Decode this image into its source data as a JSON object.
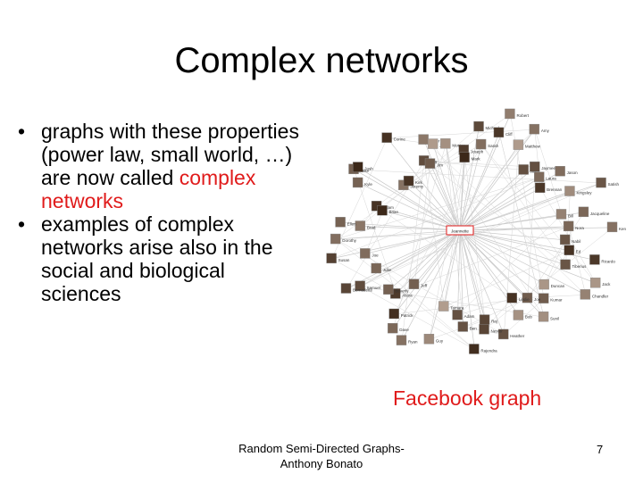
{
  "slide": {
    "title": "Complex networks",
    "bullets": [
      {
        "text_before": "graphs with these properties (power law, small world, …) are now called ",
        "highlight": "complex networks",
        "text_after": ""
      },
      {
        "text_before": "examples of complex networks arise also in the social and biological sciences",
        "highlight": "",
        "text_after": ""
      }
    ],
    "bullet_glyph": "•",
    "caption": "Facebook graph",
    "footer_line1": "Random Semi-Directed Graphs-",
    "footer_line2": "Anthony Bonato",
    "page_number": "7",
    "accent_color": "#e01b1b"
  },
  "graph": {
    "center_label": "Jeannette",
    "node_labels": [
      "Michael",
      "Sarah",
      "Cliff",
      "Robert",
      "Matthew",
      "Amy",
      "Jay",
      "Jaymee",
      "Laura",
      "Jason",
      "Brennan",
      "Satish",
      "Kingsley",
      "Bill",
      "Jacqueline",
      "Nora",
      "Ken",
      "Nabil",
      "Ed",
      "Ricardo",
      "Tiberius",
      "Jack",
      "Chandler",
      "Duncan",
      "Kumar",
      "Sunil",
      "Joe",
      "Leslie",
      "Bob",
      "Heather",
      "Raj",
      "Nestor",
      "Rajendra",
      "Ben",
      "Adam",
      "Tamara",
      "Guy",
      "Ryan",
      "Dave",
      "Patrick",
      "Jeff",
      "Alexa",
      "Beverly",
      "Samuel",
      "Bernadette",
      "Julie",
      "Joe",
      "Susan",
      "Dorothy",
      "Brad",
      "Ellen",
      "Adam",
      "Brian",
      "Kyle",
      "Mike",
      "Josh",
      "Jeremy",
      "Kirk",
      "Corine",
      "Jeff",
      "Jim",
      "Peter",
      "John",
      "Monica",
      "Joseph",
      "Mark"
    ]
  }
}
